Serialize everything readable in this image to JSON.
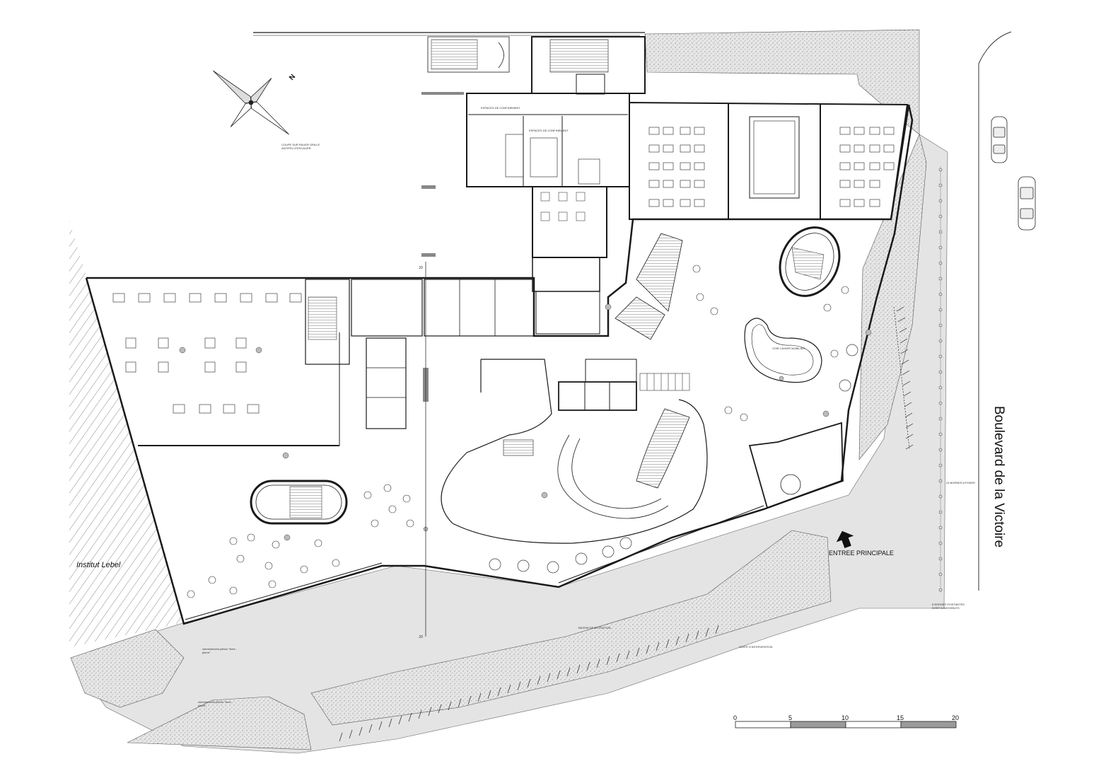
{
  "drawing": {
    "street_label": "Boulevard de la Victoire",
    "neighbor_label": "Institut Lebel",
    "entrance_label": "ENTREE PRINCIPALE",
    "north_label": "N",
    "section_marker": "JD",
    "room_notes": {
      "confinement_a": "ESPACES DE CONFINEMENT",
      "confinement_b": "ESPACES DE CONFINEMENT",
      "stair_note": "COUPE SUR PALIER GRILLE ANTIFEU D'ESCALIER",
      "reception_desk": "VOIR CAHIER MOBILIER",
      "bollards_new": "24 BORNES A POSER",
      "bollards_existing": "8 BORNES EXISTANTES DONT 8 AMOVIBLES",
      "limit": "LIMITE D'INTERVENTION",
      "retention": "BASSIN DE RETENTION",
      "paving_a": "cheminement piéton \"terre - pierre\"",
      "paving_b": "cheminement piéton \"terre - pierre\""
    }
  },
  "scale_bar": {
    "ticks": [
      "0",
      "5",
      "10",
      "15",
      "20"
    ],
    "colors": [
      "#ffffff",
      "#9a9a9a",
      "#ffffff",
      "#9a9a9a"
    ]
  },
  "colors": {
    "line": "#1a1a1a",
    "hatch_fill": "#dcdcdc",
    "paving": "#e4e4e4"
  }
}
